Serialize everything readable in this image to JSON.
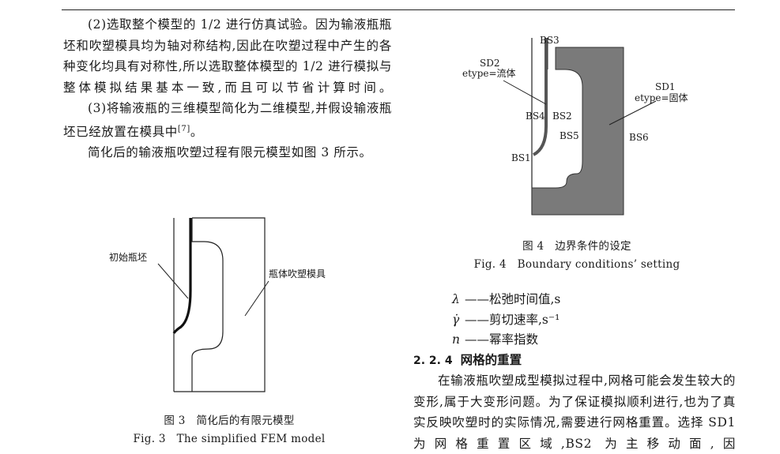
{
  "left_paragraphs": [
    {
      "text": "(2)选取整个模型的 1/2 进行仿真试验。因为输液瓶瓶坯和吹塑模具均为轴对称结构,因此在吹塑过程中产生的各种变化均具有对称性,所以选取整体模型的 1/2 进行模拟与整体模拟结果基本一致,而且可以节省计算时间。"
    },
    {
      "text": "(3)将输液瓶的三维模型简化为二维模型,并假设输液瓶坯已经放置在模具中",
      "cite": "[7]",
      "tail": "。"
    },
    {
      "text": "简化后的输液瓶吹塑过程有限元模型如图 3 所示。"
    }
  ],
  "fig3": {
    "label_preform": "初始瓶坯",
    "label_mold": "瓶体吹塑模具",
    "caption_cn": "图 3　简化后的有限元模型",
    "caption_en": "Fig. 3　The simplified FEM model"
  },
  "fig4": {
    "labels": {
      "bs3": "BS3",
      "sd2": "SD2",
      "sd2_type": "etype=流体",
      "sd1": "SD1",
      "sd1_type": "etype=固体",
      "bs4": "BS4",
      "bs2": "BS2",
      "bs5": "BS5",
      "bs6": "BS6",
      "bs1": "BS1"
    },
    "caption_cn": "图 4　边界条件的设定",
    "caption_en": "Fig. 4　Boundary conditions’ setting"
  },
  "symbols": [
    {
      "var": "λ",
      "desc": "——松弛时间值,s"
    },
    {
      "var": "γ̇",
      "desc": "——剪切速率,s⁻¹"
    },
    {
      "var": "n",
      "desc": "——幂率指数"
    }
  ],
  "section": {
    "number": "2. 2. 4",
    "title": "网格的重置"
  },
  "right_paragraph": "在输液瓶吹塑成型模拟过程中,网格可能会发生较大的变形,属于大变形问题。为了保证模拟顺利进行,也为了真实反映吹塑时的实际情况,需要进行网格重置。选择 SD1 为网格重置区域,BS2 为主移动面,因"
}
